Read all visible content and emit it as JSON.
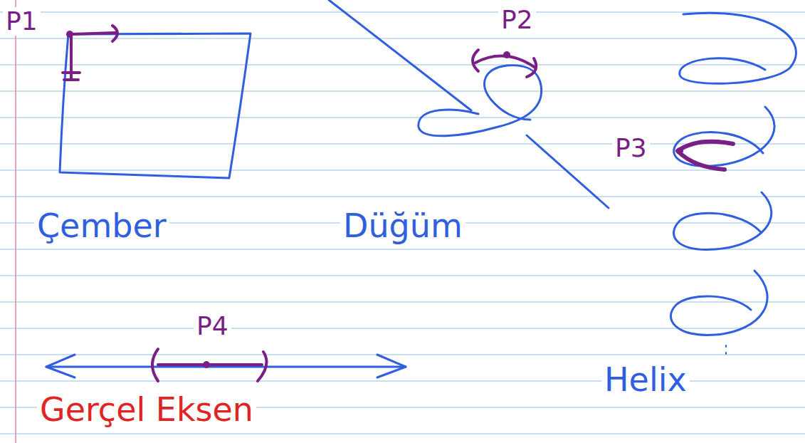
{
  "diagram": {
    "labels": [
      "P1",
      "P2",
      "Çember",
      "Düğüm",
      "P3",
      "P4",
      "Helix",
      "Gerçel Eksen"
    ]
  }
}
